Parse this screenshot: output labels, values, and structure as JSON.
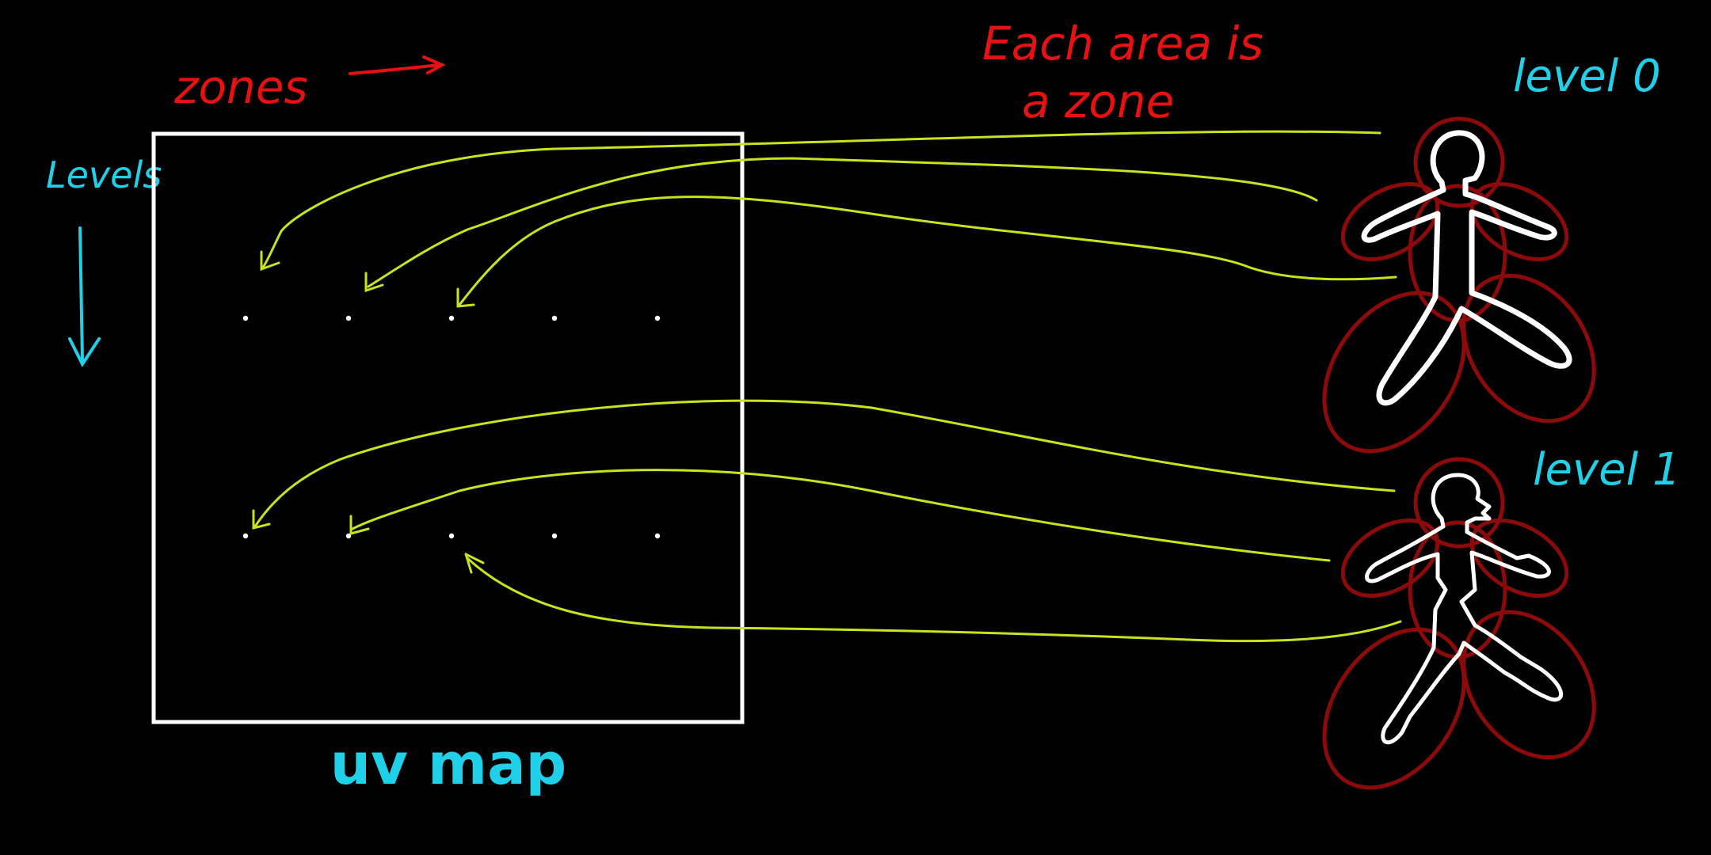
{
  "colors": {
    "background": "#000000",
    "frame": "#ffffff",
    "annotation_red": "#e81010",
    "annotation_cyan": "#1fd0e8",
    "arrow_yellow": "#c8e31a",
    "zone_outline": "#8c0a0a",
    "body_outline": "#ffffff"
  },
  "labels": {
    "zones": "zones",
    "levels": "Levels",
    "note_line1": "Each area is",
    "note_line2": "a zone",
    "level0": "level 0",
    "level1": "level 1",
    "uv_map": "uv map"
  },
  "icons": {
    "zones_arrow": "arrow-right-icon",
    "levels_arrow": "arrow-down-icon"
  },
  "uv_map": {
    "levels": 2,
    "zones_per_level": 5
  },
  "figures": [
    {
      "level": "level 0",
      "style": "solid silhouette"
    },
    {
      "level": "level 1",
      "style": "cracked silhouette"
    }
  ]
}
